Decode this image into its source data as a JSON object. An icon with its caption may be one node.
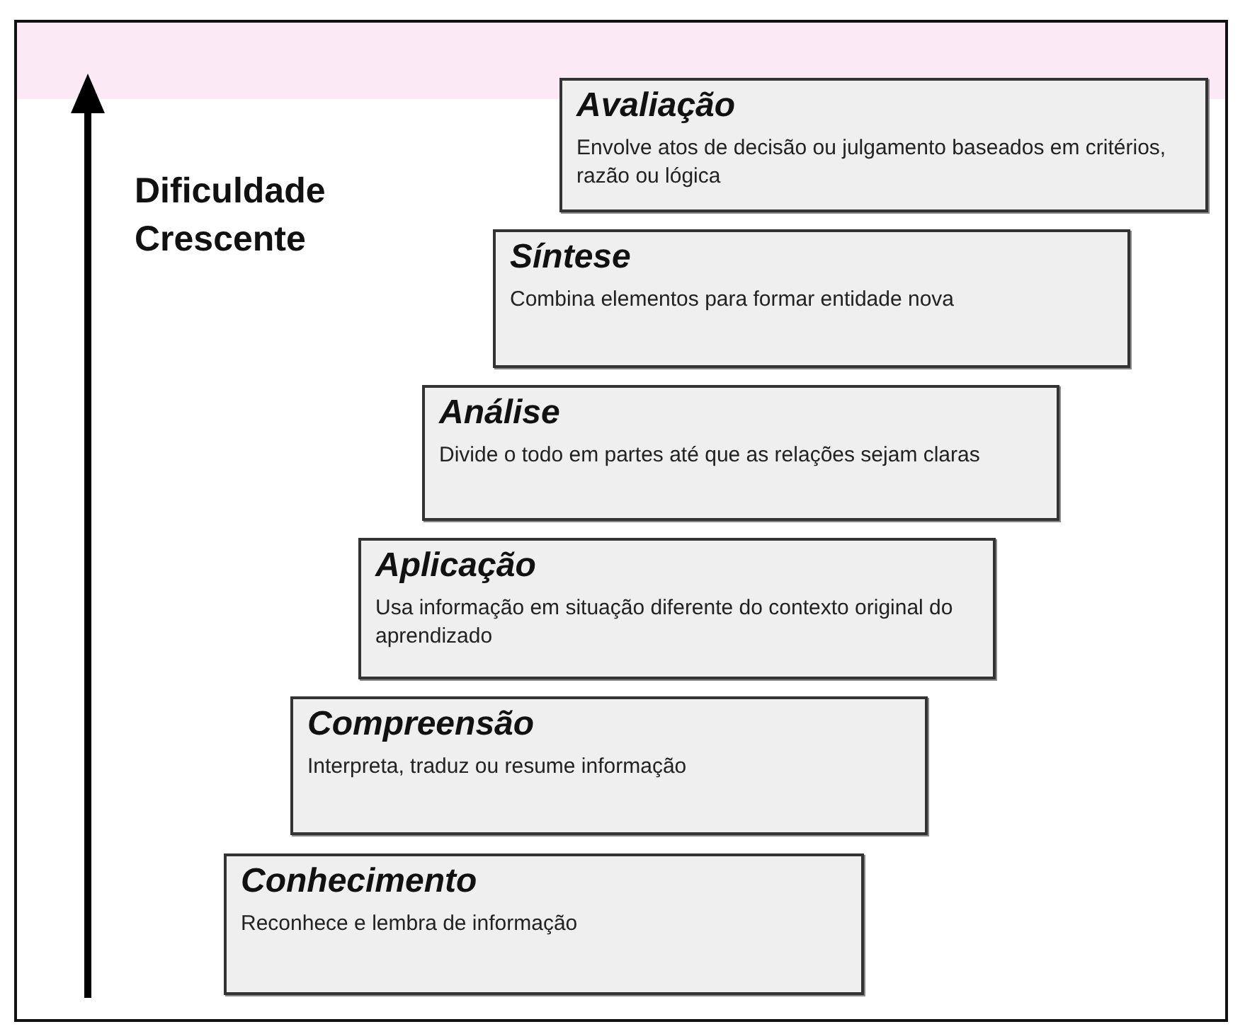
{
  "diagram": {
    "nodes": [
      {
        "text": [
          "Avaliação",
          "Envolve atos de decisão ou julgamento baseados em critérios, razão ou lógica"
        ]
      },
      {
        "text": [
          "Síntese",
          "Combina elementos para formar entidade nova"
        ]
      },
      {
        "text": [
          "Análise",
          "Divide o todo em partes até que as relações sejam claras"
        ]
      },
      {
        "text": [
          "Aplicação",
          "Usa informação em situação diferente do contexto original do aprendizado"
        ]
      },
      {
        "text": [
          "Compreensão",
          "Interpreta, traduz ou resume informação"
        ]
      },
      {
        "text": [
          "Conhecimento",
          "Reconhece e lembra de informação"
        ]
      }
    ],
    "labels": [
      "Dificuldade Crescente"
    ]
  }
}
